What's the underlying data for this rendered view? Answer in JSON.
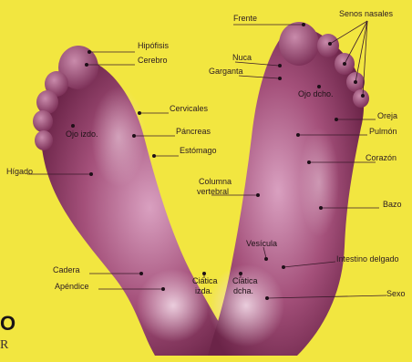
{
  "colors": {
    "background": "#f2e640",
    "foot_dark": "#6a2648",
    "foot_mid": "#a14d76",
    "foot_light": "#e7c2d7",
    "line": "#3a1a2a",
    "dot": "#1e0f18"
  },
  "labels": {
    "frente": "Frente",
    "senos_nasales": "Senos nasales",
    "hipofisis": "Hipófisis",
    "cerebro": "Cerebro",
    "nuca": "Nuca",
    "garganta": "Garganta",
    "ojo_dcho": "Ojo dcho.",
    "oreja": "Oreja",
    "pulmon": "Pulmón",
    "cervicales": "Cervicales",
    "ojo_izdo": "Ojo izdo.",
    "pancreas": "Páncreas",
    "estomago": "Estómago",
    "corazon": "Corazón",
    "higado": "Hígado",
    "columna_1": "Columna",
    "columna_2": "vertebral",
    "bazo": "Bazo",
    "vesicula": "Vesícula",
    "intestino_delgado": "Intestino delgado",
    "cadera": "Cadera",
    "apendice": "Apéndice",
    "ciatica_izda_1": "Ciática",
    "ciatica_izda_2": "izda.",
    "ciatica_dcha_1": "Ciática",
    "ciatica_dcha_2": "dcha.",
    "sexo": "Sexo"
  },
  "corner": {
    "big": "O",
    "small": "R"
  }
}
